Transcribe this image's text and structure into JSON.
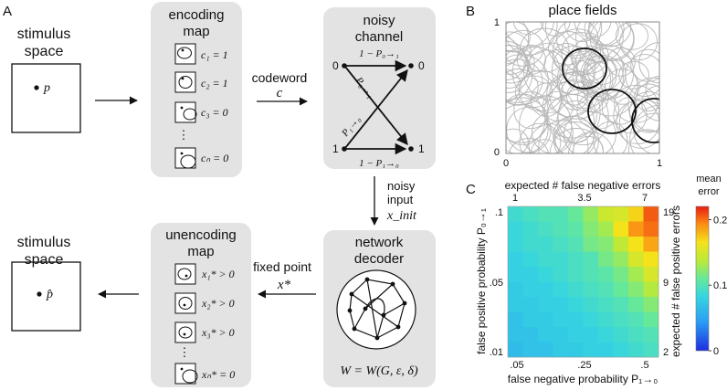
{
  "panels": {
    "a": "A",
    "b": "B",
    "c": "C"
  },
  "panel_a": {
    "stimulus_left": {
      "line1": "stimulus",
      "line2": "space",
      "point": "p"
    },
    "encoding_map": {
      "line1": "encoding",
      "line2": "map",
      "rows": [
        "c₁ = 1",
        "c₂ = 1",
        "c₃ = 0",
        "cₙ = 0"
      ],
      "dots": "⋮"
    },
    "codeword": {
      "line1": "codeword",
      "line2": "c"
    },
    "noisy_channel": {
      "line1": "noisy",
      "line2": "channel",
      "top": "1 − P₀→₁",
      "bottom": "1 − P₁→₀",
      "diag_up": "P₀→₁",
      "diag_down": "P₁→₀",
      "left0": "0",
      "left1": "1",
      "right0": "0",
      "right1": "1"
    },
    "noisy_input": {
      "line1": "noisy",
      "line2": "input",
      "line3": "x_init"
    },
    "network_decoder": {
      "line1": "network",
      "line2": "decoder",
      "formula": "W = W(G, ε, δ)"
    },
    "fixed_point": {
      "line1": "fixed point",
      "line2": "x*"
    },
    "unencoding_map": {
      "line1": "unencoding",
      "line2": "map",
      "rows": [
        "x₁* > 0",
        "x₂* > 0",
        "x₃* > 0",
        "xₙ* = 0"
      ],
      "dots": "⋮"
    },
    "stimulus_right": {
      "line1": "stimulus",
      "line2": "space",
      "point": "p̂"
    }
  },
  "panel_b": {
    "title": "place fields",
    "tick_x0": "0",
    "tick_x1": "1",
    "tick_y0": "0",
    "tick_y1": "1"
  },
  "chart_data": {
    "type": "heatmap",
    "top_axis_label": "expected # false negative errors",
    "top_ticks": [
      "1",
      "3.5",
      "7"
    ],
    "bottom_axis_label": "false negative probability P₁→₀",
    "bottom_ticks": [
      ".05",
      ".25",
      ".5"
    ],
    "left_axis_label": "false positive probability P₀→₁",
    "left_ticks": [
      ".1",
      ".05",
      ".01"
    ],
    "right_axis_label": "expected # false positive errors",
    "right_ticks": [
      "19",
      "9",
      "2"
    ],
    "colorbar_title_line1": "mean",
    "colorbar_title_line2": "error",
    "colorbar_ticks": [
      "0.2",
      "0.1",
      "0"
    ],
    "vmin": 0,
    "vmax": 0.22,
    "rows": 10,
    "cols": 10,
    "values": [
      [
        0.09,
        0.095,
        0.1,
        0.1,
        0.11,
        0.125,
        0.145,
        0.15,
        0.17,
        0.205
      ],
      [
        0.085,
        0.09,
        0.095,
        0.1,
        0.105,
        0.12,
        0.13,
        0.165,
        0.19,
        0.2
      ],
      [
        0.085,
        0.09,
        0.09,
        0.095,
        0.1,
        0.115,
        0.12,
        0.14,
        0.165,
        0.185
      ],
      [
        0.08,
        0.085,
        0.09,
        0.09,
        0.095,
        0.1,
        0.115,
        0.125,
        0.15,
        0.165
      ],
      [
        0.08,
        0.08,
        0.085,
        0.09,
        0.095,
        0.1,
        0.105,
        0.115,
        0.13,
        0.15
      ],
      [
        0.075,
        0.08,
        0.08,
        0.085,
        0.09,
        0.095,
        0.1,
        0.11,
        0.12,
        0.135
      ],
      [
        0.075,
        0.075,
        0.08,
        0.08,
        0.085,
        0.09,
        0.095,
        0.1,
        0.11,
        0.12
      ],
      [
        0.07,
        0.075,
        0.075,
        0.08,
        0.08,
        0.085,
        0.09,
        0.095,
        0.1,
        0.11
      ],
      [
        0.07,
        0.07,
        0.075,
        0.075,
        0.08,
        0.08,
        0.085,
        0.09,
        0.095,
        0.1
      ],
      [
        0.065,
        0.07,
        0.07,
        0.075,
        0.075,
        0.08,
        0.08,
        0.085,
        0.09,
        0.095
      ]
    ]
  }
}
